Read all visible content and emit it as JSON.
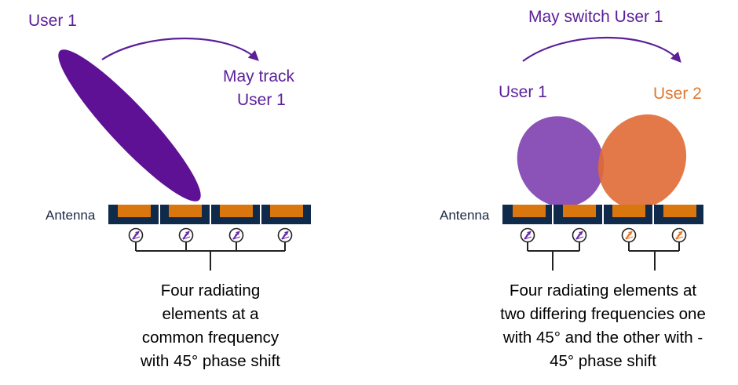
{
  "colors": {
    "purple_beam": "#5e1194",
    "purple_beam_light": "#7e3fb0",
    "orange_beam": "#e06a35",
    "antenna_bar": "#0f2a4a",
    "patch": "#d9770e",
    "text_purple": "#5b1f99",
    "text_orange": "#e0782f",
    "wire": "#222222"
  },
  "left_panel": {
    "user_label": "User 1",
    "track_label_line1": "May track",
    "track_label_line2": "User 1",
    "antenna_label": "Antenna",
    "caption_lines": [
      "Four radiating",
      "elements at a",
      "common frequency",
      "with 45° phase shift"
    ]
  },
  "right_panel": {
    "switch_label": "May switch User 1",
    "user1_label": "User 1",
    "user2_label": "User 2",
    "antenna_label": "Antenna",
    "caption_lines": [
      "Four radiating elements at",
      "two differing frequencies one",
      "with 45° and the other with -",
      "45° phase shift"
    ]
  },
  "icons": {
    "arc_arrow": "curved-arrow-icon",
    "phase_shifter": "phase-shifter-icon"
  }
}
